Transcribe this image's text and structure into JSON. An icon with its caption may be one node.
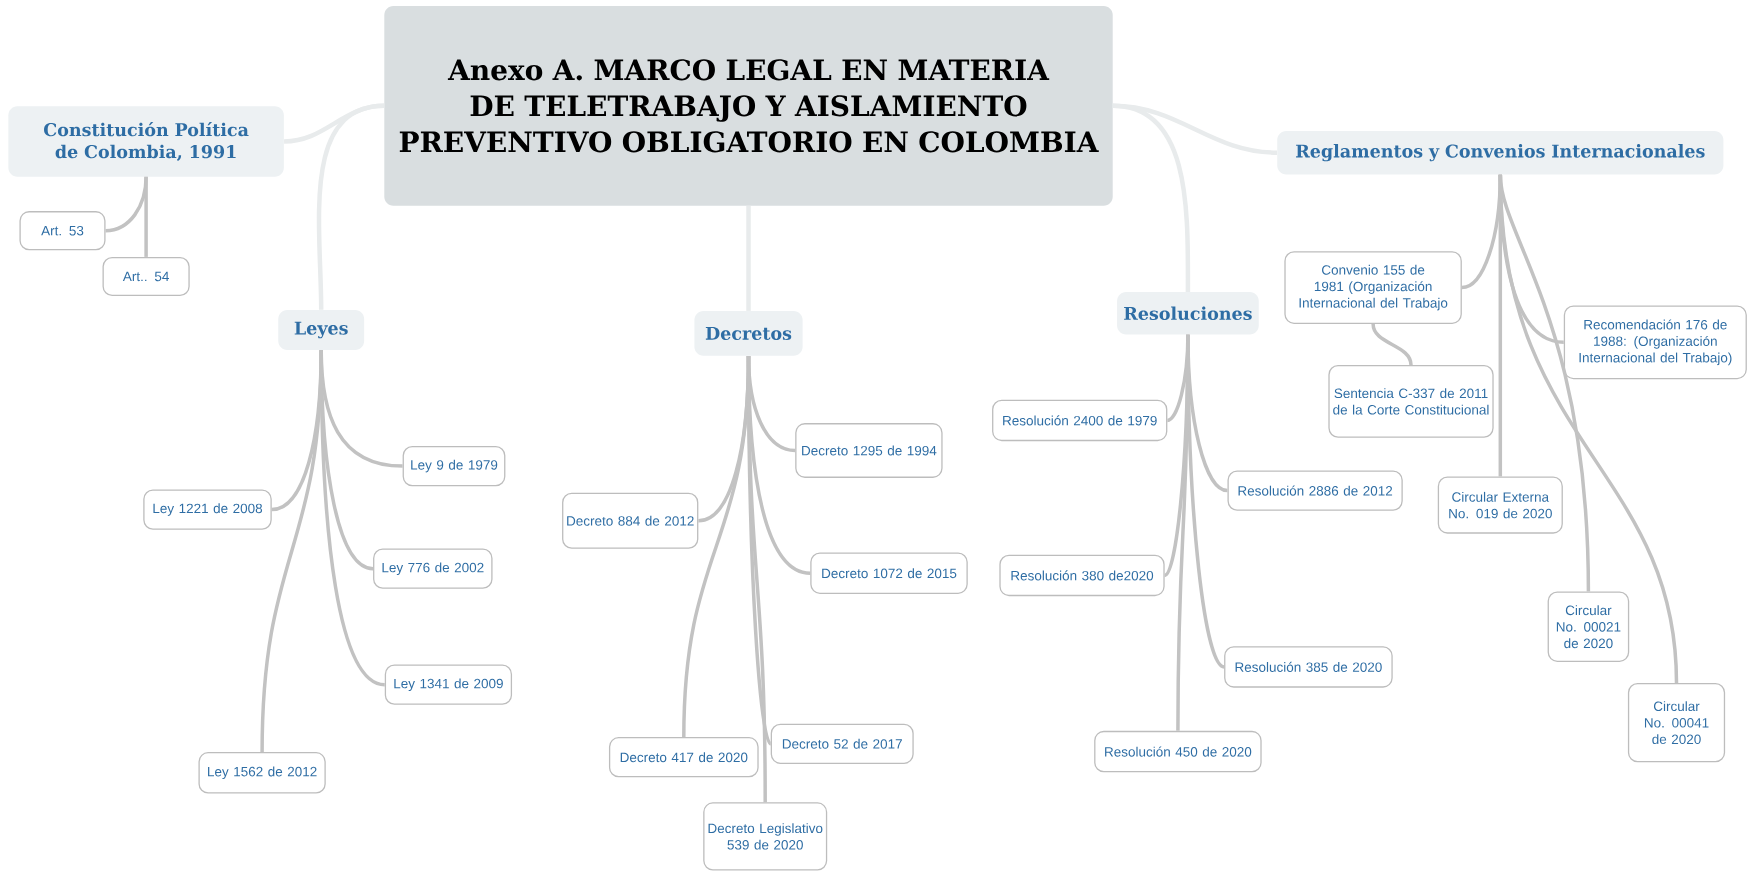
{
  "diagram": {
    "nodes": [
      {
        "text": [
          "Anexo A. MARCO LEGAL EN MATERIA DE TELETRABAJO Y AISLAMIENTO PREVENTIVO OBLIGATORIO EN COLOMBIA"
        ]
      },
      {
        "text": [
          "Constitución Política de Colombia, 1991"
        ]
      },
      {
        "text": [
          "Art. 53"
        ]
      },
      {
        "text": [
          "Art.. 54"
        ]
      },
      {
        "text": [
          "Leyes"
        ]
      },
      {
        "text": [
          "Ley 9 de 1979"
        ]
      },
      {
        "text": [
          "Ley 1221 de 2008"
        ]
      },
      {
        "text": [
          "Ley 776 de 2002"
        ]
      },
      {
        "text": [
          "Ley 1341 de 2009"
        ]
      },
      {
        "text": [
          "Ley 1562 de 2012"
        ]
      },
      {
        "text": [
          "Decretos"
        ]
      },
      {
        "text": [
          "Decreto 1295 de 1994"
        ]
      },
      {
        "text": [
          "Decreto 884 de 2012"
        ]
      },
      {
        "text": [
          "Decreto 1072 de 2015"
        ]
      },
      {
        "text": [
          "Decreto 52 de 2017"
        ]
      },
      {
        "text": [
          "Decreto 417 de 2020"
        ]
      },
      {
        "text": [
          "Decreto Legislativo 539 de 2020"
        ]
      },
      {
        "text": [
          "Resoluciones"
        ]
      },
      {
        "text": [
          "Resolución 2400 de 1979"
        ]
      },
      {
        "text": [
          "Resolución 2886 de 2012"
        ]
      },
      {
        "text": [
          "Resolución 380 de2020"
        ]
      },
      {
        "text": [
          "Resolución 385 de 2020"
        ]
      },
      {
        "text": [
          "Resolución 450 de 2020"
        ]
      },
      {
        "text": [
          "Reglamentos y Convenios Internacionales"
        ]
      },
      {
        "text": [
          "Convenio 155 de 1981 (Organización Internacional del Trabajo"
        ]
      },
      {
        "text": [
          "Recomendación 176 de 1988: (Organización Internacional del Trabajo)"
        ]
      },
      {
        "text": [
          "Sentencia C-337 de 2011 de la Corte Constitucional"
        ]
      },
      {
        "text": [
          "Circular Externa No. 019 de 2020"
        ]
      },
      {
        "text": [
          "Circular No. 00021 de 2020"
        ]
      },
      {
        "text": [
          "Circular No. 00041 de 2020"
        ]
      }
    ],
    "edges": [
      {
        "from": 0,
        "to": 1,
        "arrow": "none",
        "color": "#e8ebec"
      },
      {
        "from": 0,
        "to": 4,
        "arrow": "none",
        "color": "#e8ebec"
      },
      {
        "from": 0,
        "to": 10,
        "arrow": "none",
        "color": "#e8ebec"
      },
      {
        "from": 0,
        "to": 17,
        "arrow": "none",
        "color": "#e8ebec"
      },
      {
        "from": 0,
        "to": 23,
        "arrow": "none",
        "color": "#e8ebec"
      },
      {
        "from": 1,
        "to": 2,
        "arrow": "none"
      },
      {
        "from": 1,
        "to": 3,
        "arrow": "none"
      },
      {
        "from": 4,
        "to": 5,
        "arrow": "none"
      },
      {
        "from": 4,
        "to": 6,
        "arrow": "none"
      },
      {
        "from": 4,
        "to": 7,
        "arrow": "none"
      },
      {
        "from": 4,
        "to": 8,
        "arrow": "none"
      },
      {
        "from": 4,
        "to": 9,
        "arrow": "none"
      },
      {
        "from": 10,
        "to": 11,
        "arrow": "none"
      },
      {
        "from": 10,
        "to": 12,
        "arrow": "none"
      },
      {
        "from": 10,
        "to": 13,
        "arrow": "none"
      },
      {
        "from": 10,
        "to": 14,
        "arrow": "none"
      },
      {
        "from": 10,
        "to": 15,
        "arrow": "none"
      },
      {
        "from": 10,
        "to": 16,
        "arrow": "none"
      },
      {
        "from": 17,
        "to": 18,
        "arrow": "none"
      },
      {
        "from": 17,
        "to": 19,
        "arrow": "none"
      },
      {
        "from": 17,
        "to": 20,
        "arrow": "none"
      },
      {
        "from": 17,
        "to": 21,
        "arrow": "none"
      },
      {
        "from": 17,
        "to": 22,
        "arrow": "none"
      },
      {
        "from": 23,
        "to": 24,
        "arrow": "none"
      },
      {
        "from": 23,
        "to": 25,
        "arrow": "none"
      },
      {
        "from": 24,
        "to": 26,
        "arrow": "none"
      },
      {
        "from": 23,
        "to": 27,
        "arrow": "none"
      },
      {
        "from": 23,
        "to": 28,
        "arrow": "none"
      },
      {
        "from": 23,
        "to": 29,
        "arrow": "none"
      }
    ]
  }
}
